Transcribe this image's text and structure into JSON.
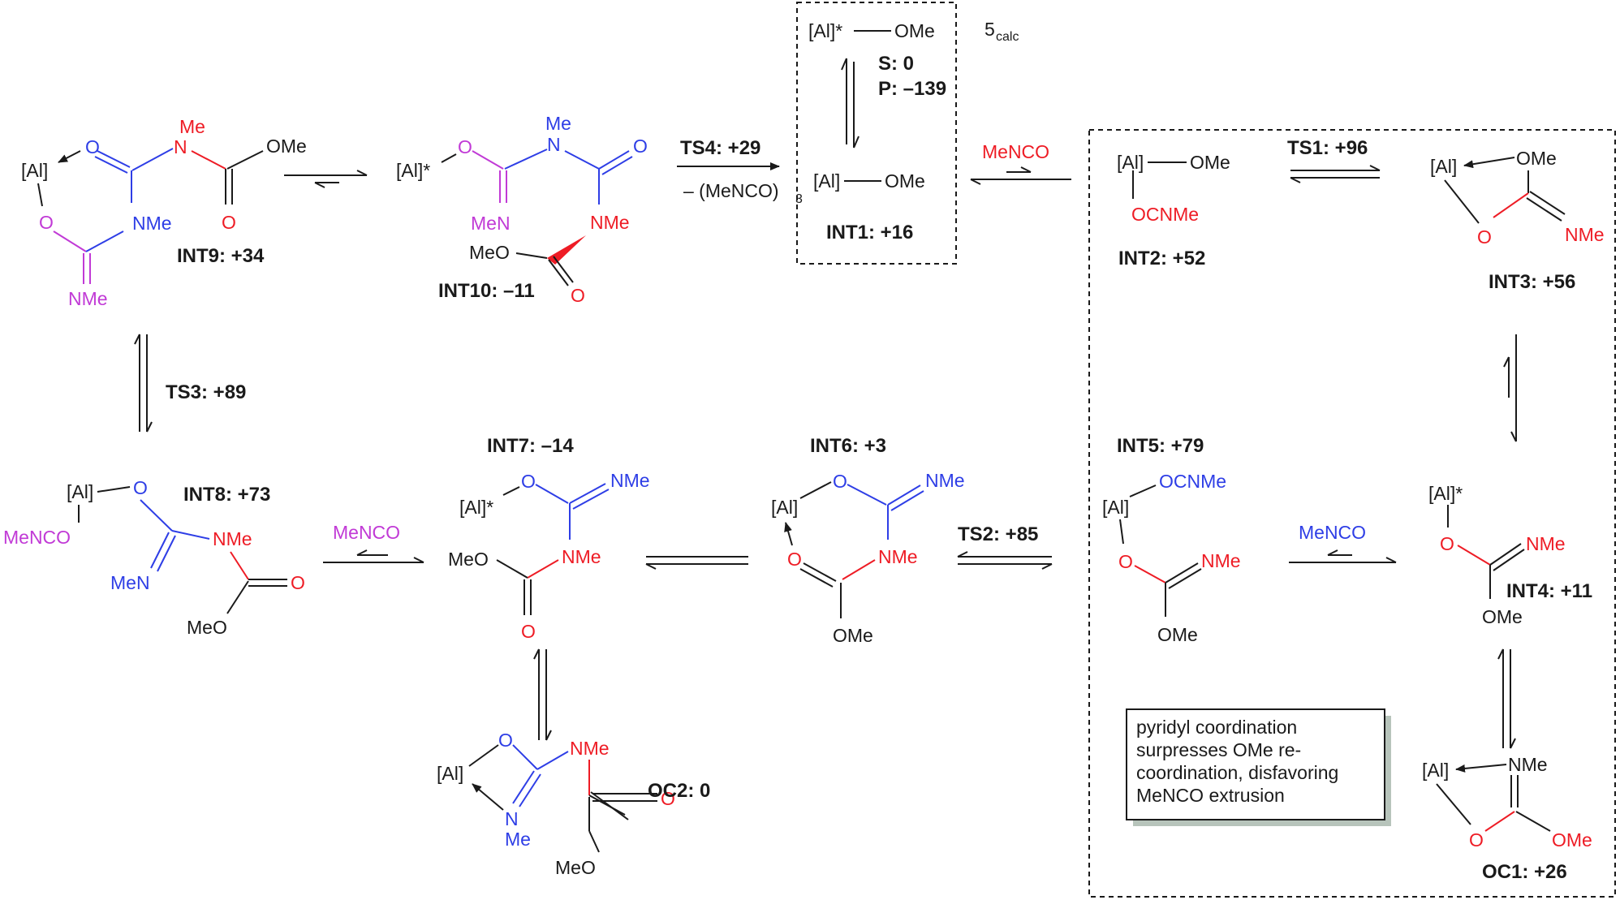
{
  "colors": {
    "black": "#1a1a1a",
    "red": "#ee1c25",
    "blue": "#2e3ee6",
    "magenta": "#c13ad6",
    "shadow": "#b7c4bb"
  },
  "labels": {
    "int1": "INT1: +16",
    "int2": "INT2: +52",
    "int3": "INT3: +56",
    "int4": "INT4: +11",
    "int5": "INT5: +79",
    "int6": "INT6: +3",
    "int7": "INT7: –14",
    "int8": "INT8: +73",
    "int9": "INT9: +34",
    "int10": "INT10: –11",
    "oc1": "OC1: +26",
    "oc2": "OC2: 0",
    "calc_num": "5",
    "calc_sub": "calc"
  },
  "conditions": {
    "ts1": "TS1: +96",
    "ts2": "TS2: +85",
    "ts3": "TS3: +89",
    "ts4": "TS4: +29",
    "minus": "– (MeNCO)",
    "minus_sub": "3",
    "menco_top": "MeNCO",
    "menco_right": "MeNCO",
    "menco_left": "MeNCO",
    "s_value": "S: 0",
    "p_value": "P: –139"
  },
  "note": {
    "lines": [
      "pyridyl coordination",
      "surpresses OMe re-",
      "coordination, disfavoring",
      "MeNCO extrusion"
    ]
  },
  "atoms": {
    "al": "[Al]",
    "al_star": "[Al]*",
    "o": "O",
    "n": "N",
    "ome": "OMe",
    "meo": "MeO",
    "nme": "NMe",
    "men": "MeN",
    "me": "Me",
    "ocnme": "OCNMe",
    "menco": "MeNCO"
  }
}
